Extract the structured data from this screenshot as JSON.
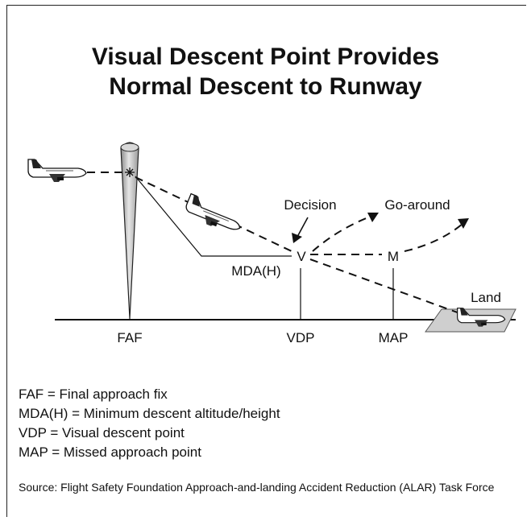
{
  "title": {
    "line1": "Visual Descent Point Provides",
    "line2": "Normal Descent to Runway"
  },
  "diagram": {
    "faf_label": "FAF",
    "vdp_label": "VDP",
    "map_label": "MAP",
    "mda_label": "MDA(H)",
    "v_marker": "V",
    "m_marker": "M",
    "decision_label": "Decision",
    "goaround_label": "Go-around",
    "land_label": "Land"
  },
  "legend": [
    "FAF = Final approach fix",
    "MDA(H) = Minimum descent altitude/height",
    "VDP = Visual descent point",
    "MAP = Missed approach point"
  ],
  "source": "Source: Flight Safety Foundation Approach-and-landing Accident Reduction (ALAR) Task Force"
}
